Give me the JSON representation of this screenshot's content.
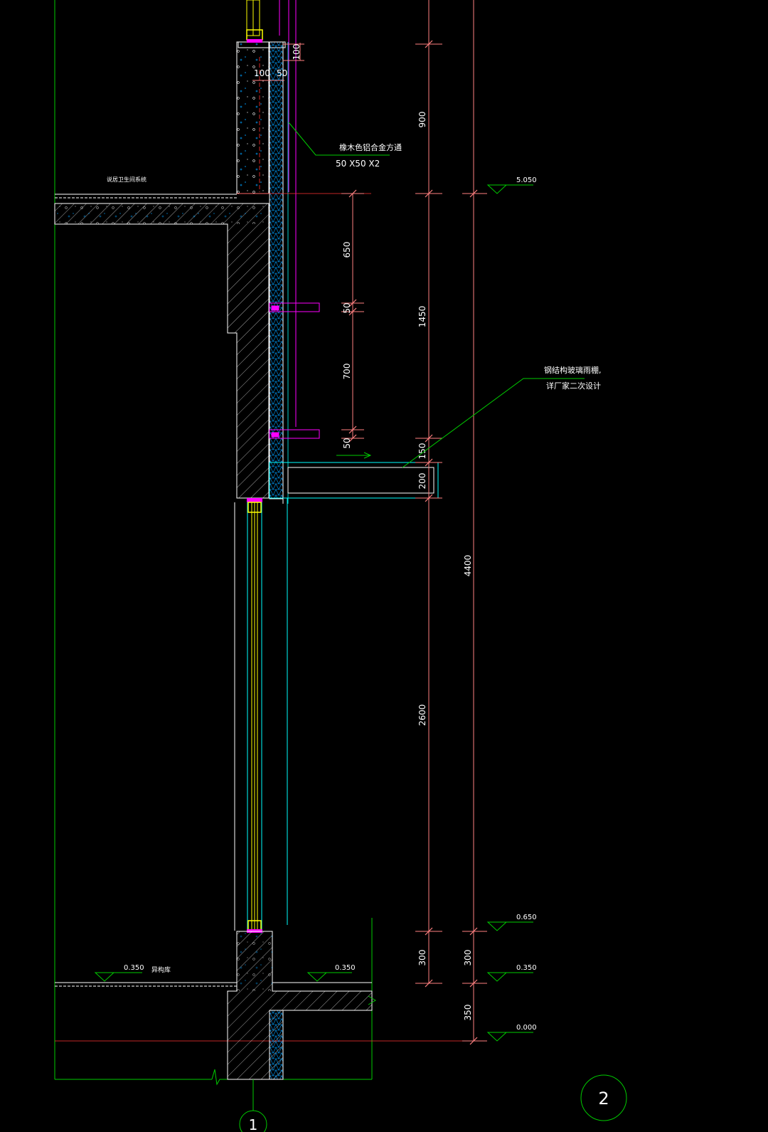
{
  "drawing": {
    "view": "wall section detail",
    "colors": {
      "background": "#000000",
      "outline": "#ffffff",
      "axis_line": "#00cc00",
      "elevation_marker": "#00cc00",
      "dimension_line": "#ff8080",
      "guide_line": "#ff3333",
      "insulation": "#00a0ff",
      "glazing": "#00ffff",
      "window_frame": "#ffff00",
      "steel": "#ff00ff",
      "text": "#ffffff"
    },
    "labels": {
      "room_upper": "说居卫生间系统",
      "room_lower": "异构库",
      "callout_top_line1": "橡木色铝合金方通",
      "callout_top_line2": "50 X50 X2",
      "callout_mid_line1": "钢结构玻璃雨棚,",
      "callout_mid_line2": "详厂家二次设计"
    },
    "elevations": [
      "5.050",
      "0.650",
      "0.350",
      "0.350",
      "0.350",
      "0.000"
    ],
    "dimensions": {
      "outer_chain": [
        "900",
        "1450",
        "150",
        "200",
        "2600",
        "300"
      ],
      "overall_chain": [
        "4400",
        "300",
        "350"
      ],
      "inner_chain": [
        "650",
        "50",
        "700",
        "50"
      ],
      "wall_layers": [
        "100",
        "50",
        "100"
      ]
    },
    "axes": [
      "1",
      "2"
    ]
  }
}
